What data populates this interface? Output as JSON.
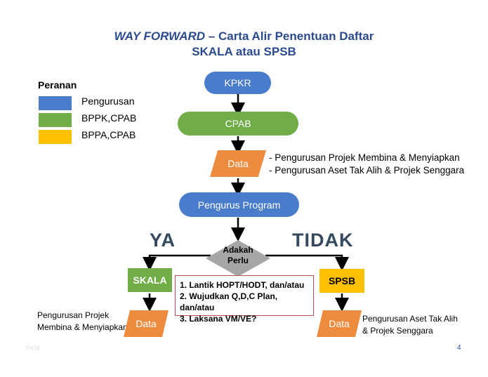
{
  "title": {
    "line1_italic": "WAY FORWARD",
    "line1_rest": " – Carta Alir Penentuan Daftar",
    "line2": "SKALA atau SPSB"
  },
  "legend": {
    "heading": "Peranan",
    "items": [
      {
        "label": "Pengurusan",
        "color": "#4a7ccc"
      },
      {
        "label": "BPPK,CPAB",
        "color": "#70ad47"
      },
      {
        "label": "BPPA,CPAB",
        "color": "#ffc000"
      }
    ]
  },
  "nodes": {
    "kpkr": "KPKR",
    "cpab": "CPAB",
    "data_top": "Data",
    "pengurus_program": "Pengurus Program",
    "decision": "Adakah Perlu",
    "skala": "SKALA",
    "spsb": "SPSB",
    "data_left": "Data",
    "data_right": "Data"
  },
  "notes": {
    "data_top": [
      "- Pengurusan Projek Membina & Menyiapkan",
      "- Pengurusan Aset Tak Alih & Projek Senggara"
    ],
    "left": [
      "Pengurusan Projek",
      "Membina & Menyiapkan"
    ],
    "right": [
      "Pengurusan Aset Tak Alih",
      "& Projek Senggara"
    ]
  },
  "branches": {
    "yes": "YA",
    "no": "TIDAK"
  },
  "conditions": [
    "1. Lantik HOPT/HODT, dan/atau",
    "2. Wujudkan Q,D,C Plan, dan/atau",
    "3. Laksana VM/VE?"
  ],
  "footer": {
    "watermark": "PKM",
    "page_number": "4"
  }
}
